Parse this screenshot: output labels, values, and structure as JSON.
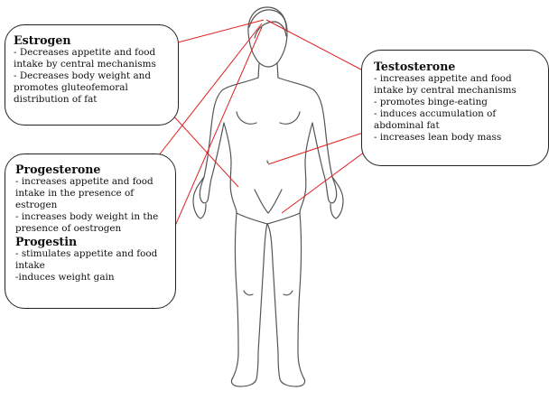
{
  "estrogen": {
    "title": "Estrogen",
    "lines": [
      "- Decreases appetite and food",
      "intake by central mechanisms",
      "- Decreases body weight and",
      "promotes gluteofemoral",
      "distribution of fat"
    ]
  },
  "progesterone": {
    "title": "Progesterone",
    "lines": [
      "- increases appetite and food",
      "intake in the presence of",
      "estrogen",
      "- increases body weight in the",
      "presence of oestrogen"
    ]
  },
  "progestin": {
    "title": "Progestin",
    "lines": [
      "- stimulates appetite and food",
      "intake",
      "-induces weight gain"
    ]
  },
  "testosterone": {
    "title": "Testosterone",
    "lines": [
      "- increases appetite and food",
      "intake by central mechanisms",
      "- promotes binge-eating",
      "- induces accumulation of",
      "abdominal fat",
      "- increases lean body mass"
    ]
  },
  "colors": {
    "connector": "#e02020",
    "outline": "#555555"
  }
}
